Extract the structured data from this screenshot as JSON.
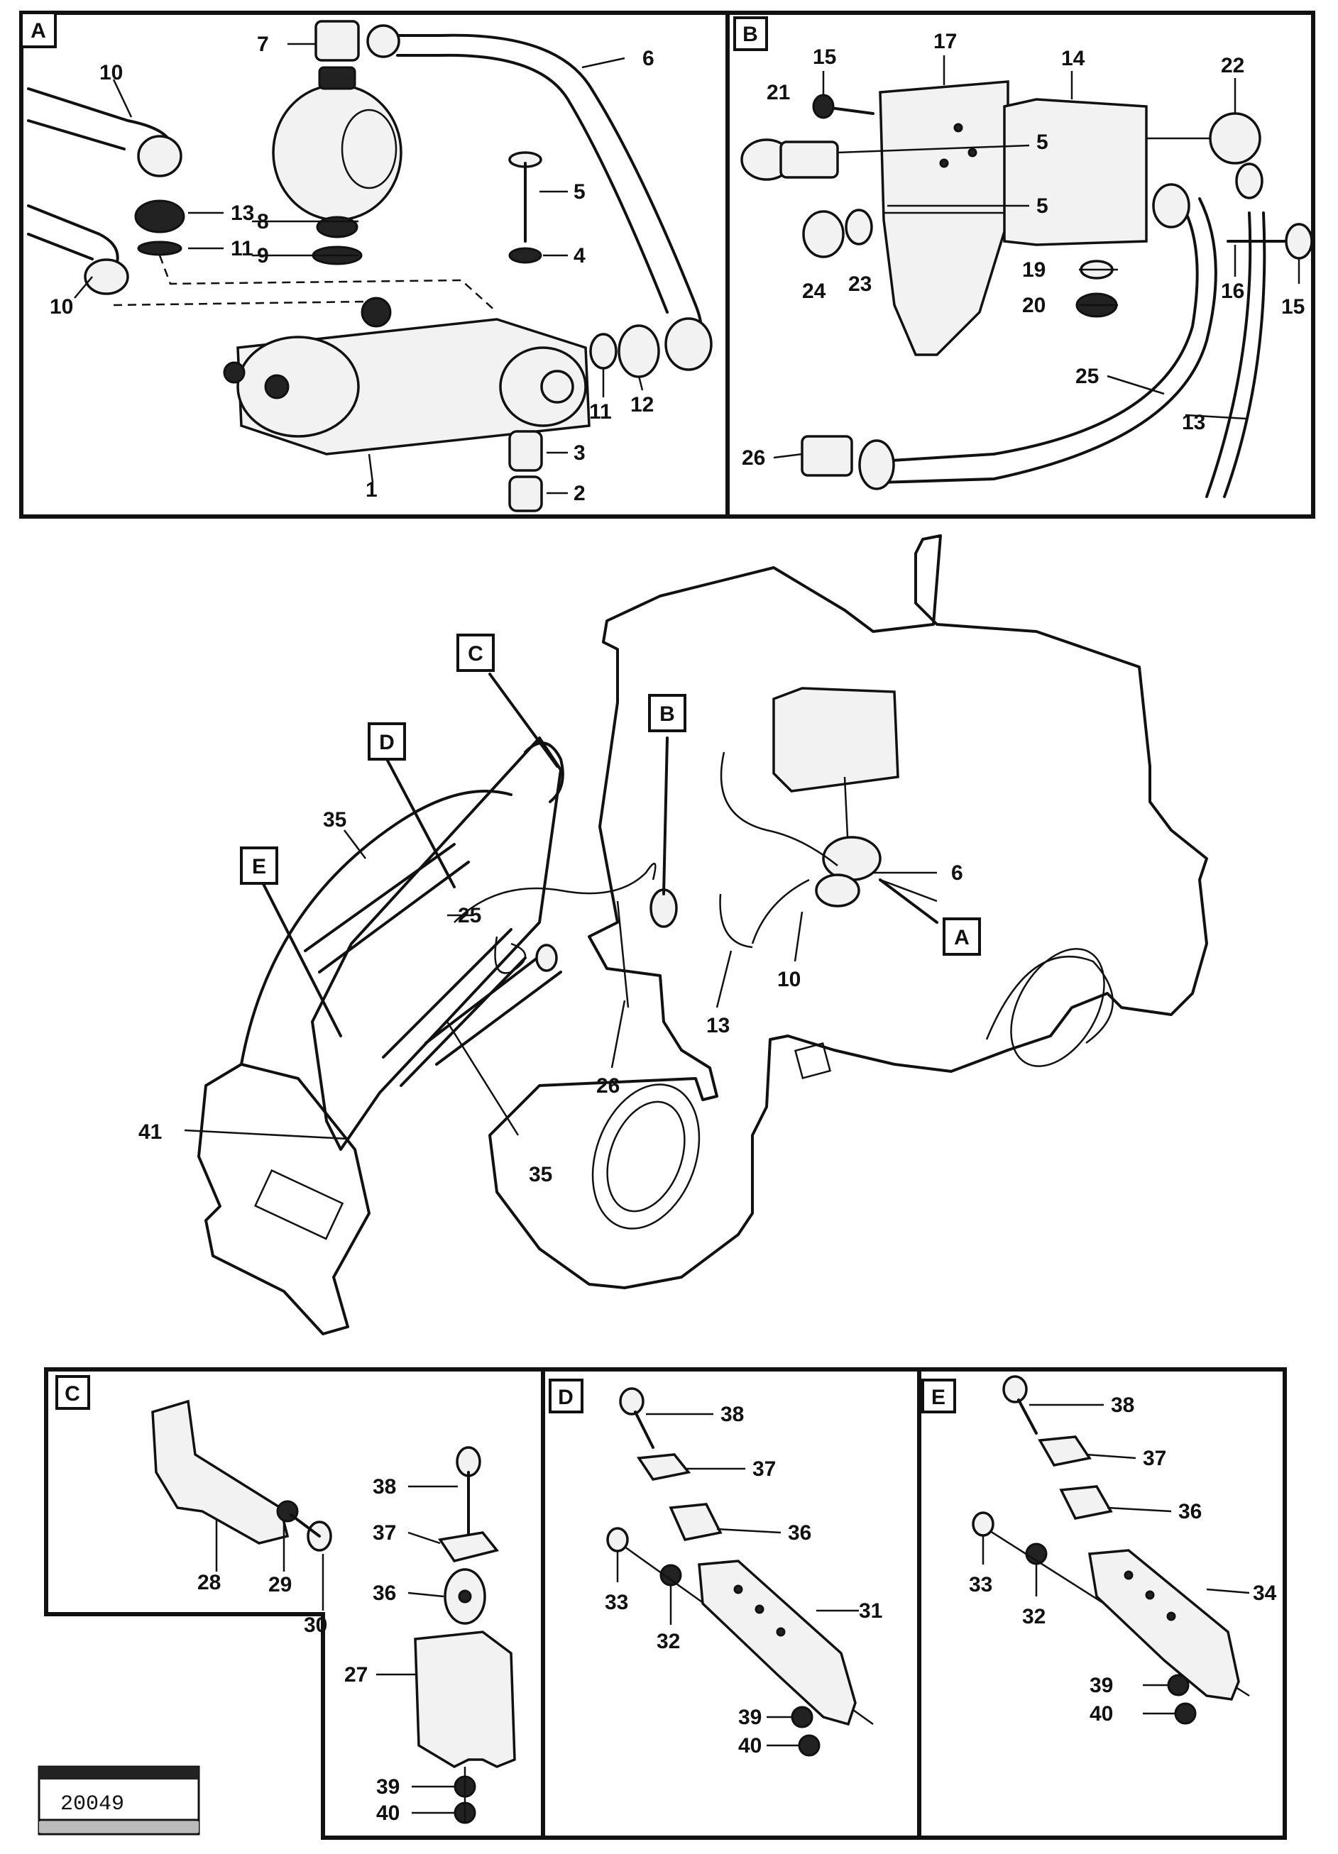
{
  "panels": {
    "A": {
      "letter": "A",
      "callouts": [
        {
          "id": "7",
          "text": "7"
        },
        {
          "id": "6",
          "text": "6"
        },
        {
          "id": "10a",
          "text": "10"
        },
        {
          "id": "13",
          "text": "13"
        },
        {
          "id": "8",
          "text": "8"
        },
        {
          "id": "11",
          "text": "11"
        },
        {
          "id": "9",
          "text": "9"
        },
        {
          "id": "5",
          "text": "5"
        },
        {
          "id": "4",
          "text": "4"
        },
        {
          "id": "10b",
          "text": "10"
        },
        {
          "id": "11b",
          "text": "11"
        },
        {
          "id": "12",
          "text": "12"
        },
        {
          "id": "3",
          "text": "3"
        },
        {
          "id": "2",
          "text": "2"
        },
        {
          "id": "1",
          "text": "1"
        }
      ]
    },
    "B": {
      "letter": "B",
      "callouts": [
        {
          "id": "15",
          "text": "15"
        },
        {
          "id": "17",
          "text": "17"
        },
        {
          "id": "14",
          "text": "14"
        },
        {
          "id": "22",
          "text": "22"
        },
        {
          "id": "21",
          "text": "21"
        },
        {
          "id": "5a",
          "text": "5"
        },
        {
          "id": "5b",
          "text": "5"
        },
        {
          "id": "24",
          "text": "24"
        },
        {
          "id": "23",
          "text": "23"
        },
        {
          "id": "19",
          "text": "19"
        },
        {
          "id": "20",
          "text": "20"
        },
        {
          "id": "16",
          "text": "16"
        },
        {
          "id": "15b",
          "text": "15"
        },
        {
          "id": "25",
          "text": "25"
        },
        {
          "id": "13b",
          "text": "13"
        },
        {
          "id": "26",
          "text": "26"
        }
      ]
    },
    "C": {
      "letter": "C",
      "callouts": [
        {
          "id": "28",
          "text": "28"
        },
        {
          "id": "29",
          "text": "29"
        },
        {
          "id": "30",
          "text": "30"
        },
        {
          "id": "38",
          "text": "38"
        },
        {
          "id": "37",
          "text": "37"
        },
        {
          "id": "36",
          "text": "36"
        },
        {
          "id": "27",
          "text": "27"
        },
        {
          "id": "39",
          "text": "39"
        },
        {
          "id": "40",
          "text": "40"
        }
      ]
    },
    "D": {
      "letter": "D",
      "callouts": [
        {
          "id": "38",
          "text": "38"
        },
        {
          "id": "37",
          "text": "37"
        },
        {
          "id": "36",
          "text": "36"
        },
        {
          "id": "33",
          "text": "33"
        },
        {
          "id": "32",
          "text": "32"
        },
        {
          "id": "31",
          "text": "31"
        },
        {
          "id": "39",
          "text": "39"
        },
        {
          "id": "40",
          "text": "40"
        }
      ]
    },
    "E": {
      "letter": "E",
      "callouts": [
        {
          "id": "38",
          "text": "38"
        },
        {
          "id": "37",
          "text": "37"
        },
        {
          "id": "36",
          "text": "36"
        },
        {
          "id": "33",
          "text": "33"
        },
        {
          "id": "32",
          "text": "32"
        },
        {
          "id": "34",
          "text": "34"
        },
        {
          "id": "39",
          "text": "39"
        },
        {
          "id": "40",
          "text": "40"
        }
      ]
    }
  },
  "overview": {
    "refs": [
      {
        "id": "C",
        "text": "C"
      },
      {
        "id": "D",
        "text": "D"
      },
      {
        "id": "B",
        "text": "B"
      },
      {
        "id": "E",
        "text": "E"
      },
      {
        "id": "A",
        "text": "A"
      }
    ],
    "callouts": [
      {
        "id": "35",
        "text": "35"
      },
      {
        "id": "25",
        "text": "25"
      },
      {
        "id": "6",
        "text": "6"
      },
      {
        "id": "10",
        "text": "10"
      },
      {
        "id": "13",
        "text": "13"
      },
      {
        "id": "26",
        "text": "26"
      },
      {
        "id": "41",
        "text": "41"
      },
      {
        "id": "35b",
        "text": "35"
      }
    ]
  },
  "stamp": {
    "number": "20049"
  }
}
